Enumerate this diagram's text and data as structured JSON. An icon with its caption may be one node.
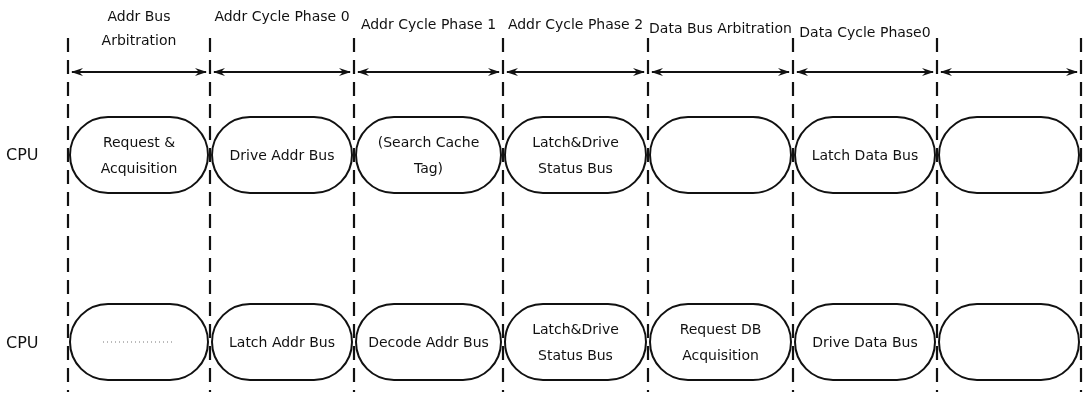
{
  "diagram": {
    "nodes": [
      {
        "text": [
          "Request & Acquisition"
        ]
      },
      {
        "text": [
          "Drive Addr Bus"
        ]
      },
      {
        "text": [
          "(Search Cache Tag)"
        ]
      },
      {
        "text": [
          "Latch&Drive Status Bus"
        ]
      },
      {
        "text": [],
        "shape": "box"
      },
      {
        "text": [
          "Latch Data Bus"
        ]
      },
      {
        "text": [],
        "shape": "box"
      },
      {
        "text": [],
        "shape": "box"
      },
      {
        "text": [
          "Latch Addr Bus"
        ]
      },
      {
        "text": [
          "Decode Addr Bus"
        ]
      },
      {
        "text": [
          "Latch&Drive Status Bus"
        ]
      },
      {
        "text": [
          "Request DB Acquisition"
        ]
      },
      {
        "text": [
          "Drive Data Bus"
        ]
      },
      {
        "text": [],
        "shape": "box"
      }
    ],
    "edges": [],
    "labels": [
      "Addr Bus Arbitration",
      "Addr Cycle Phase 0",
      "Addr Cycle Phase 1",
      "Addr Cycle Phase 2",
      "Data Bus Arbitration",
      "Data Cycle Phase0",
      "CPU",
      "CPU"
    ]
  }
}
